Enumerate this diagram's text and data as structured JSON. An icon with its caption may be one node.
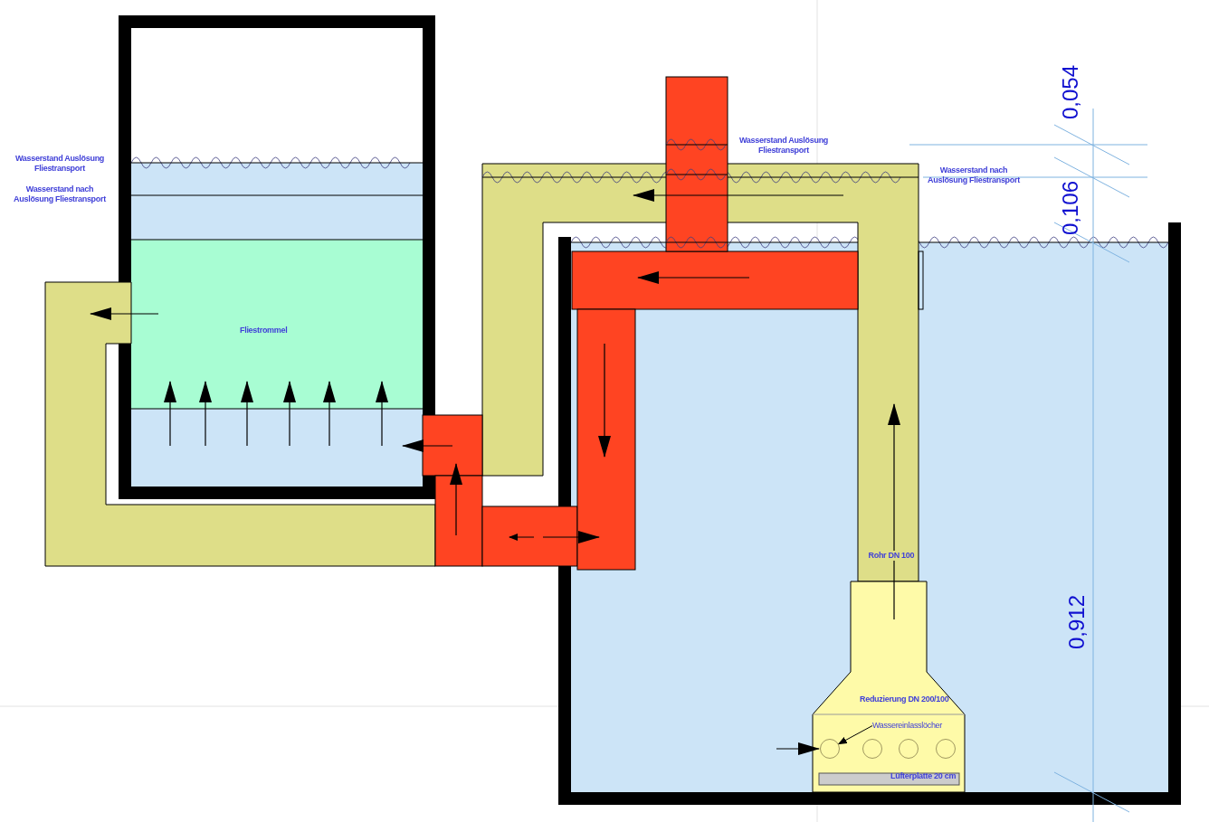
{
  "diagram": {
    "nodes": [
      {
        "text": [
          "Wassereinlasslöcher"
        ]
      },
      {
        "text": [],
        "shape": "circle"
      },
      {
        "text": [],
        "shape": "circle"
      },
      {
        "text": [],
        "shape": "circle"
      },
      {
        "text": [],
        "shape": "circle"
      }
    ],
    "edges": [
      {
        "from": 0,
        "to": 1,
        "arrow": "to"
      }
    ],
    "labels": [
      "0,054",
      "Wasserstand Auslösung Fliestransport",
      "Wasserstand Auslösung Fliestransport",
      "Wasserstand nach Auslösung Fliestransport",
      "Wasserstand nach Auslösung Fliestransport",
      "0,106",
      "Fliestrommel",
      "Rohr DN 100",
      "0,912",
      "Reduzierung DN 200/100",
      "Lüfterplatte 20 cm"
    ]
  }
}
